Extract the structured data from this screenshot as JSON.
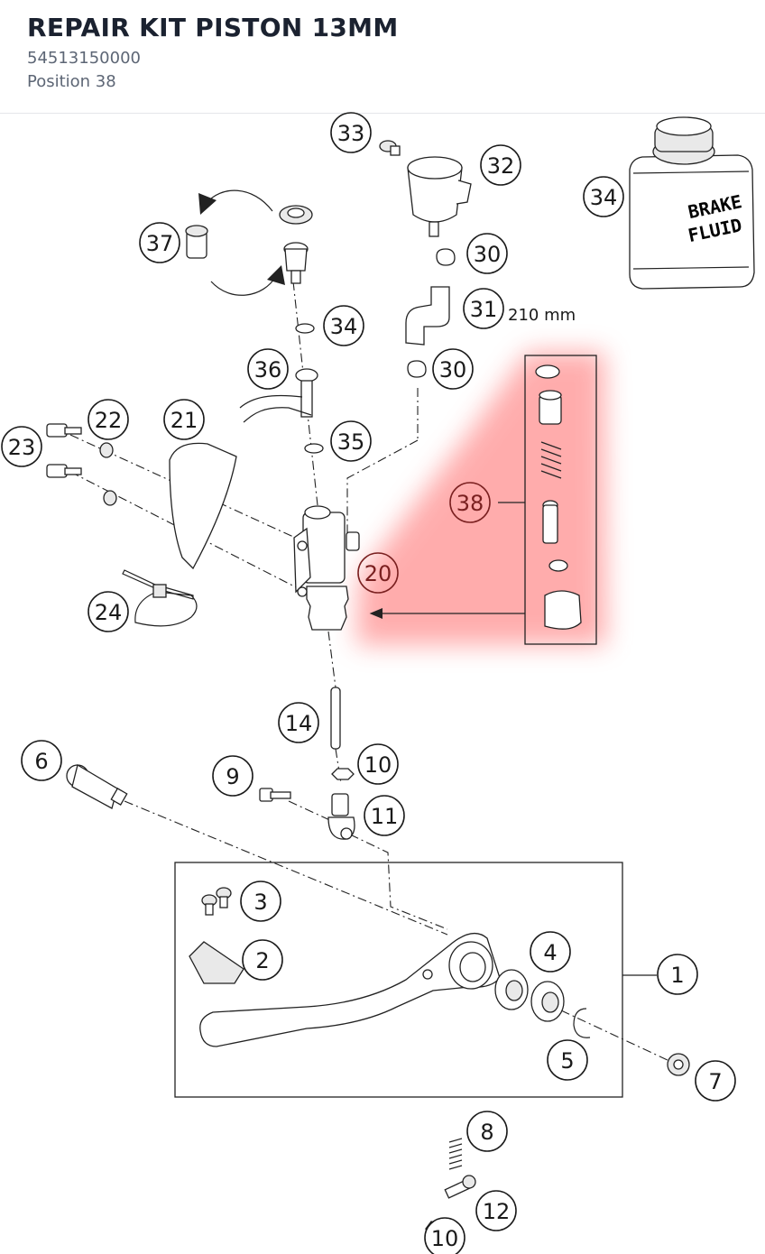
{
  "header": {
    "title": "REPAIR KIT PISTON 13MM",
    "part_number": "54513150000",
    "position": "Position 38"
  },
  "diagram": {
    "highlight_color": "#ff6b6b",
    "callouts": [
      "1",
      "2",
      "3",
      "4",
      "5",
      "6",
      "7",
      "8",
      "9",
      "10",
      "10",
      "11",
      "12",
      "14",
      "20",
      "21",
      "22",
      "23",
      "24",
      "30",
      "30",
      "31",
      "32",
      "33",
      "34",
      "34",
      "35",
      "36",
      "37",
      "38"
    ],
    "hose_length": "210 mm",
    "bottle_label": [
      "BRAKE",
      "FLUID"
    ]
  }
}
